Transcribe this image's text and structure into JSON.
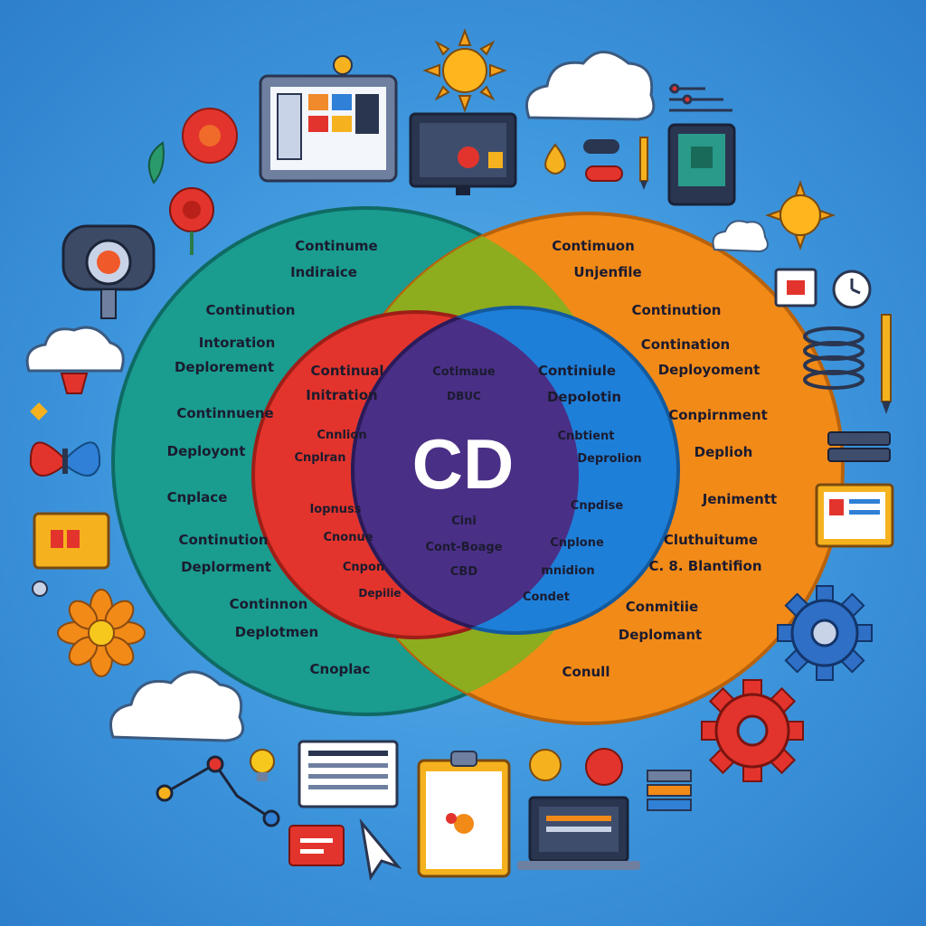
{
  "diagram": {
    "center_title": "CD",
    "colors": {
      "background": "#3d95dc",
      "teal": "#1a9c8f",
      "orange": "#f28a18",
      "olive": "#8dac1e",
      "red": "#e2342c",
      "blue": "#1e7fd8",
      "purple": "#4a2f86",
      "text_dark": "#1b1b2f",
      "text_white": "#ffffff"
    },
    "teal_labels": [
      "Continume",
      "Indiraice",
      "Continution",
      "Intoration",
      "Deplorement",
      "Continnuene",
      "Deployont",
      "Cnplace",
      "Continution",
      "Deplorment",
      "Continnon",
      "Deplotmen",
      "Cnoplac"
    ],
    "orange_labels": [
      "Contimuon",
      "Unjenfile",
      "Continution",
      "Contination",
      "Deployoment",
      "Conpirnment",
      "Deplioh",
      "Jenimentt",
      "Cluthuitume",
      "C. 8. Blantifion",
      "Conmitiie",
      "Deplomant",
      "Conull"
    ],
    "red_labels": [
      "Continual",
      "Initration",
      "Cnnlion",
      "Cnplran",
      "Iopnuss",
      "Cnonue",
      "Cnpon",
      "Depilie"
    ],
    "blue_labels": [
      "Continiule",
      "Depolotin",
      "Cnbtient",
      "Deprolion",
      "Cnpdise",
      "Cnplone",
      "mnidion",
      "Condet"
    ],
    "center_labels": [
      "Cotimaue",
      "DBUC",
      "Cini",
      "Cont-Boage",
      "CBD"
    ]
  },
  "icons": [
    "sun-icon",
    "cloud-icon",
    "monitor-dashboard-icon",
    "computer-screen-icon",
    "flower-icon",
    "leaf-icon",
    "rose-icon",
    "robot-icon",
    "bell-cloud-icon",
    "butterfly-icon",
    "folder-icon",
    "orange-flower-icon",
    "cloud-icon",
    "network-graph-icon",
    "lightbulb-icon",
    "document-icon",
    "clipboard-icon",
    "speech-bubble-icon",
    "cursor-icon",
    "laptop-icon",
    "gear-icon",
    "settings-gear-icon",
    "tablet-icon",
    "clock-icon",
    "coil-icon",
    "pencil-icon",
    "stack-icon",
    "presentation-icon",
    "brush-icon"
  ]
}
